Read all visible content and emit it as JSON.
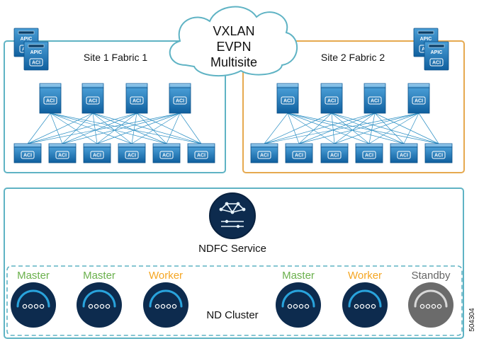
{
  "cloud": {
    "lines": [
      "VXLAN",
      "EVPN",
      "Multisite"
    ]
  },
  "sites": [
    {
      "label": "Site 1 Fabric 1",
      "color": "#5fb3c4"
    },
    {
      "label": "Site 2 Fabric 2",
      "color": "#e6a94f"
    }
  ],
  "apic_label": "APIC",
  "aci_label": "ACI",
  "service": {
    "label": "NDFC Service",
    "icon": "ndfc-network-icon"
  },
  "cluster": {
    "label": "ND Cluster",
    "nodes": [
      {
        "role": "Master",
        "color": "#6ab04c"
      },
      {
        "role": "Master",
        "color": "#6ab04c"
      },
      {
        "role": "Worker",
        "color": "#f5a623"
      },
      {
        "role": "Master",
        "color": "#6ab04c"
      },
      {
        "role": "Worker",
        "color": "#f5a623"
      },
      {
        "role": "Standby",
        "color": "#666666"
      }
    ]
  },
  "figure_id": "504304",
  "colors": {
    "switch_face": "#1a74b8",
    "node_navy": "#0d2b4e",
    "node_gray": "#6b6b6b",
    "arc_blue": "#29a3dc"
  }
}
